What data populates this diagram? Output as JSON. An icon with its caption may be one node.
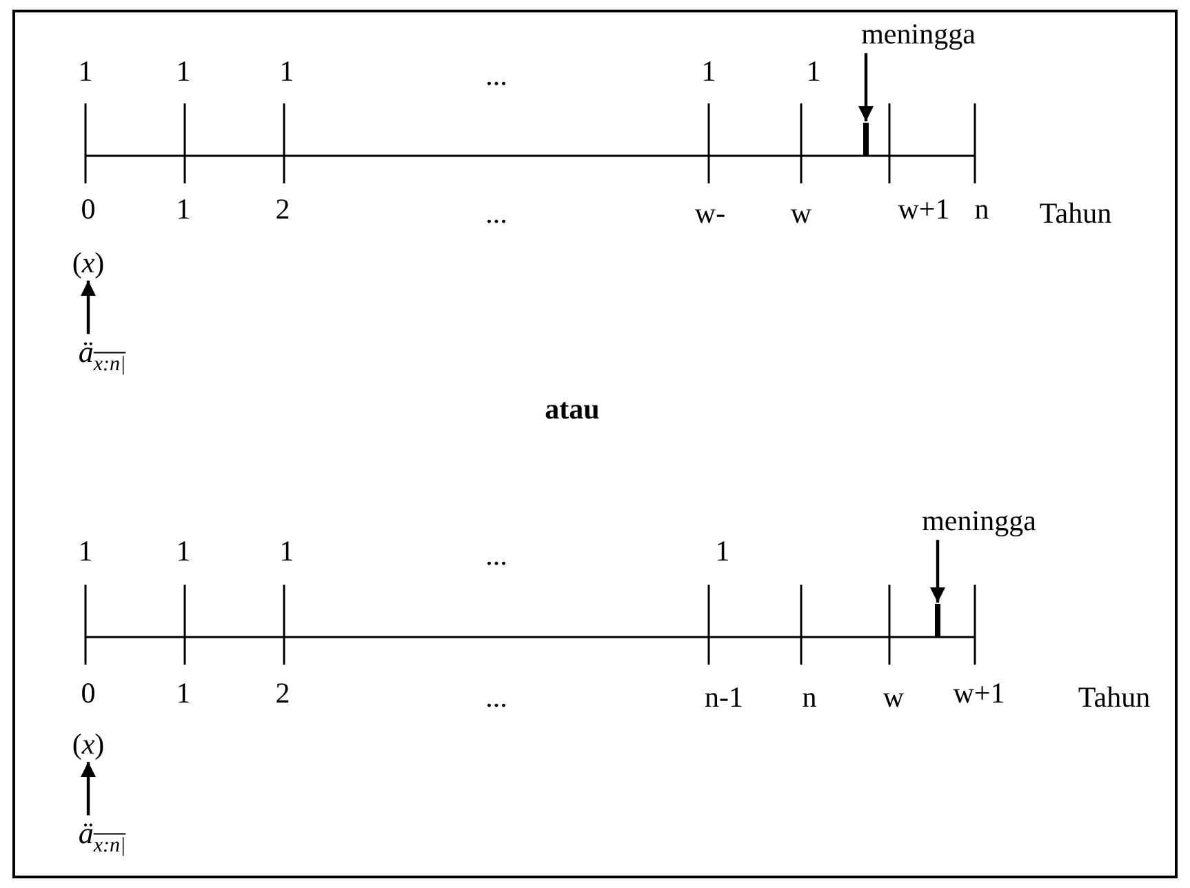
{
  "diagram": {
    "nodes": [
      {
        "text": [
          "meningga"
        ]
      },
      {
        "text": [],
        "shape": "bar"
      },
      {
        "text": [
          "(*x*)"
        ]
      },
      {
        "text": [
          "ä$_{x:n|}$"
        ]
      },
      {
        "text": [
          "meningga"
        ]
      },
      {
        "text": [],
        "shape": "bar"
      },
      {
        "text": [
          "(*x*)"
        ]
      },
      {
        "text": [
          "ä$_{x:n|}$"
        ]
      }
    ],
    "edges": [
      {
        "from": 0,
        "to": 1,
        "arrow": "to"
      },
      {
        "from": 3,
        "to": 2,
        "arrow": "to"
      },
      {
        "from": 4,
        "to": 5,
        "arrow": "to"
      },
      {
        "from": 7,
        "to": 6,
        "arrow": "to"
      }
    ],
    "labels": [
      "1",
      "1",
      "1",
      "...",
      "1",
      "1",
      "0",
      "1",
      "2",
      "...",
      "w-",
      "w",
      "w+1",
      "n",
      "Tahun",
      "atau",
      "1",
      "1",
      "1",
      "...",
      "1",
      "0",
      "1",
      "2",
      "...",
      "n-1",
      "n",
      "w",
      "w+1",
      "Tahun"
    ]
  }
}
